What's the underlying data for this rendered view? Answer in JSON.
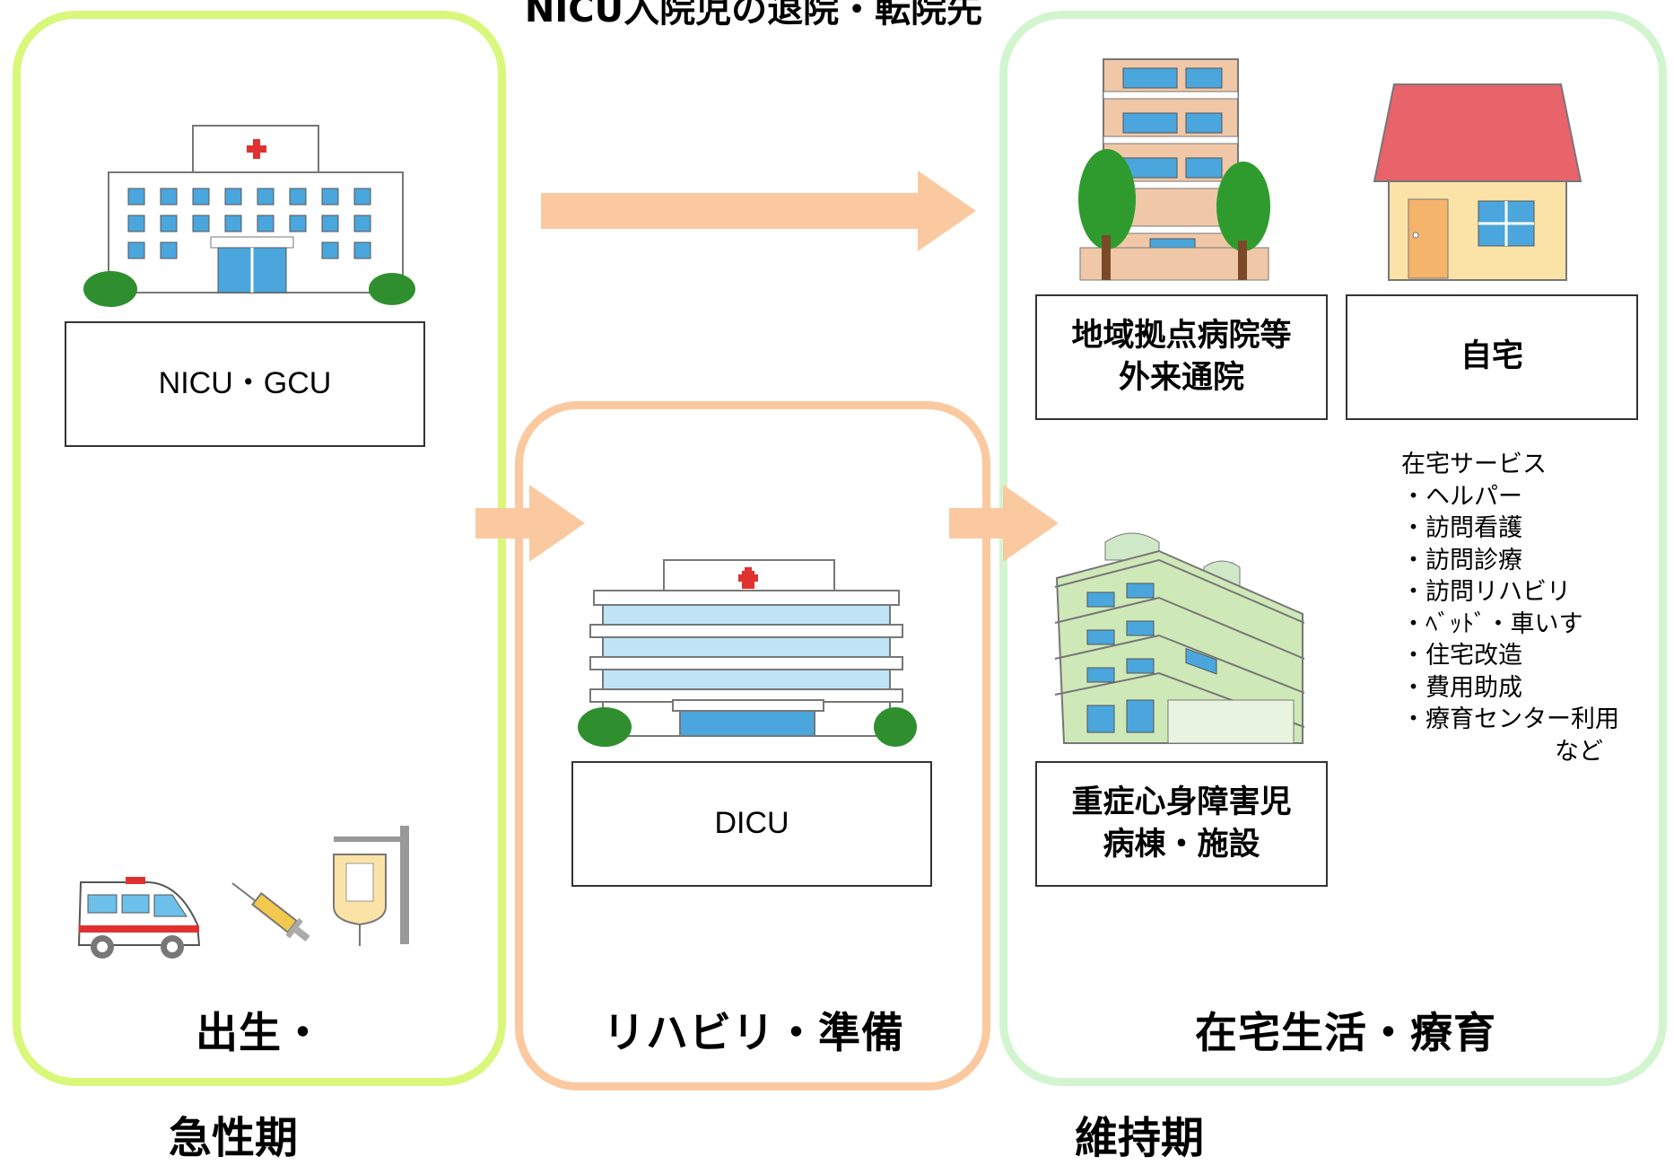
{
  "title": "NICU入院児の退院・転院先",
  "panels": {
    "acute": {
      "facility": "NICU・GCU",
      "caption": "出生・"
    },
    "rehab": {
      "facility": "DICU",
      "caption": "リハビリ・準備"
    },
    "home": {
      "hospital_label": "地域拠点病院等\n外来通院",
      "home_label": "自宅",
      "facility_label": "重症心身障害児\n病棟・施設",
      "caption": "在宅生活・療育"
    }
  },
  "services": {
    "heading": "在宅サービス",
    "items": [
      "・ヘルパー",
      "・訪問看護",
      "・訪問診療",
      "・訪問リハビリ",
      "・ﾍﾞｯﾄﾞ・車いす",
      "・住宅改造",
      "・費用助成",
      "・療育センター利用"
    ],
    "tail": "など"
  },
  "phases": {
    "acute": "急性期",
    "maintenance": "維持期"
  },
  "colors": {
    "acute_border": "#d9f77a",
    "rehab_border": "#fbc9a0",
    "home_border": "#d2f5d0",
    "arrow": "#fbc9a0",
    "roof": "#e8646a",
    "tree": "#2f8f2f"
  },
  "icons": [
    "hospital-icon",
    "large-hospital-icon",
    "apartment-icon",
    "house-icon",
    "care-facility-icon",
    "ambulance-icon",
    "syringe-icon",
    "iv-drip-icon",
    "arrow-right-icon"
  ]
}
